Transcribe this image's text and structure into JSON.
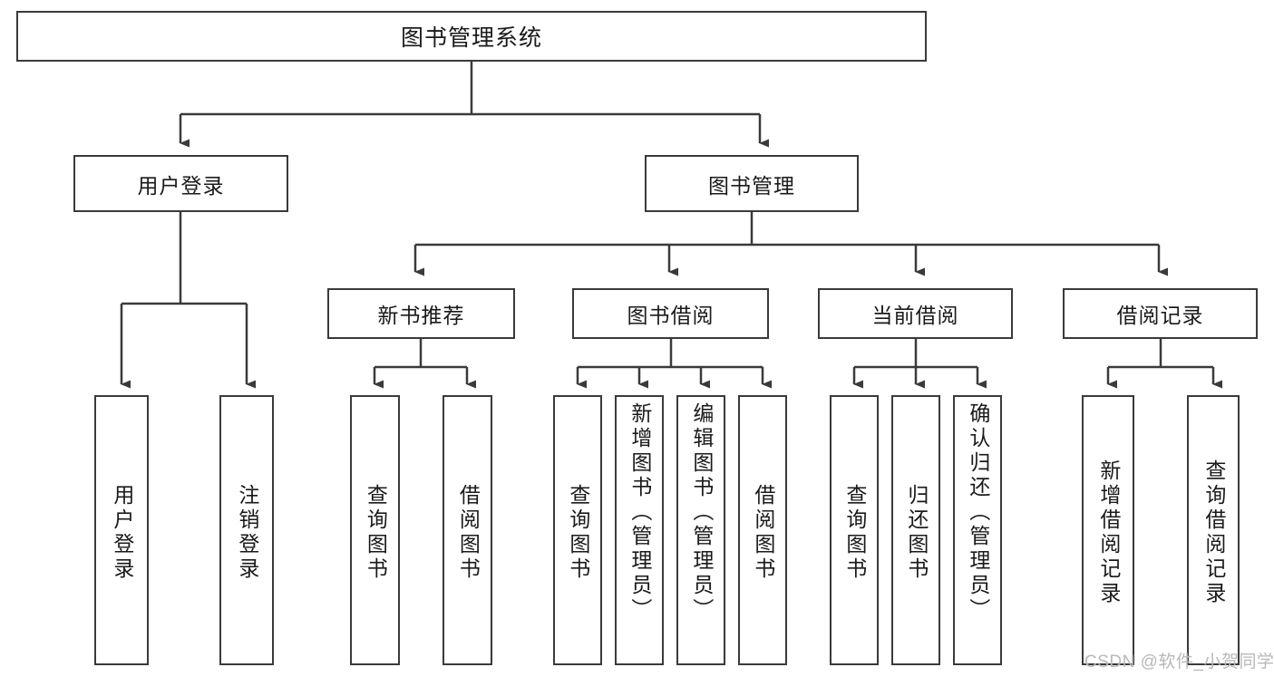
{
  "diagram": {
    "type": "hierarchy-tree",
    "title": "图书管理系统",
    "watermark": "CSDN @软件_小贺同学",
    "style": {
      "box_fill": "#ffffff",
      "box_stroke": "#3a3a3a",
      "edge_stroke": "#3a3a3a",
      "text_color": "#1a1a1a",
      "watermark_color": "#b8b8b8",
      "background": "#ffffff"
    },
    "levels": {
      "root": {
        "label": "图书管理系统"
      },
      "level1": [
        {
          "label": "用户登录"
        },
        {
          "label": "图书管理"
        }
      ],
      "level2": [
        {
          "label": "新书推荐"
        },
        {
          "label": "图书借阅"
        },
        {
          "label": "当前借阅"
        },
        {
          "label": "借阅记录"
        }
      ],
      "leaves": {
        "user_login": [
          {
            "label": "用户登录"
          },
          {
            "label": "注销登录"
          }
        ],
        "new_book_recommend": [
          {
            "label": "查询图书"
          },
          {
            "label": "借阅图书"
          }
        ],
        "book_borrow": [
          {
            "label": "查询图书"
          },
          {
            "label": "新增图书（管理员）"
          },
          {
            "label": "编辑图书（管理员）"
          },
          {
            "label": "借阅图书"
          }
        ],
        "current_borrow": [
          {
            "label": "查询图书"
          },
          {
            "label": "归还图书"
          },
          {
            "label": "确认归还（管理员）"
          }
        ],
        "borrow_record": [
          {
            "label": "新增借阅记录"
          },
          {
            "label": "查询借阅记录"
          }
        ]
      }
    }
  }
}
